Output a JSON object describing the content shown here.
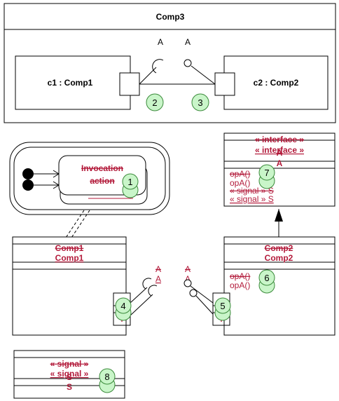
{
  "composite": {
    "title": "Comp3",
    "part1": "c1 : Comp1",
    "part2": "c2 : Comp2",
    "iface_req": "A",
    "iface_prov": "A"
  },
  "markers": [
    "1",
    "2",
    "3",
    "4",
    "5",
    "6",
    "7",
    "8"
  ],
  "activity": {
    "action_line1": "Invocation",
    "action_line2": "action"
  },
  "comp1_class": {
    "name": "Comp1",
    "name2": "Comp1"
  },
  "comp2_class": {
    "name": "Comp2",
    "name2": "Comp2",
    "op1": "opA()",
    "op2": "opA()"
  },
  "interface_class": {
    "stereo1": "« interface »",
    "stereo2": "« interface »",
    "name1": "A",
    "name2": "A",
    "op1": "opA()",
    "op2": "opA()",
    "signal1": "« signal » S",
    "signal2": "« signal » S"
  },
  "ports_lower": {
    "left_a1": "A",
    "left_a2": "A",
    "right_a1": "A",
    "right_a2": "A"
  },
  "signal_class": {
    "stereo1": "« signal »",
    "stereo2": "« signal »",
    "name1": "S",
    "name2": "S"
  },
  "colors": {
    "marker_fill": "#c9f5c9",
    "marker_stroke": "#3a8a3a",
    "overlay_text": "#b31b3b"
  }
}
